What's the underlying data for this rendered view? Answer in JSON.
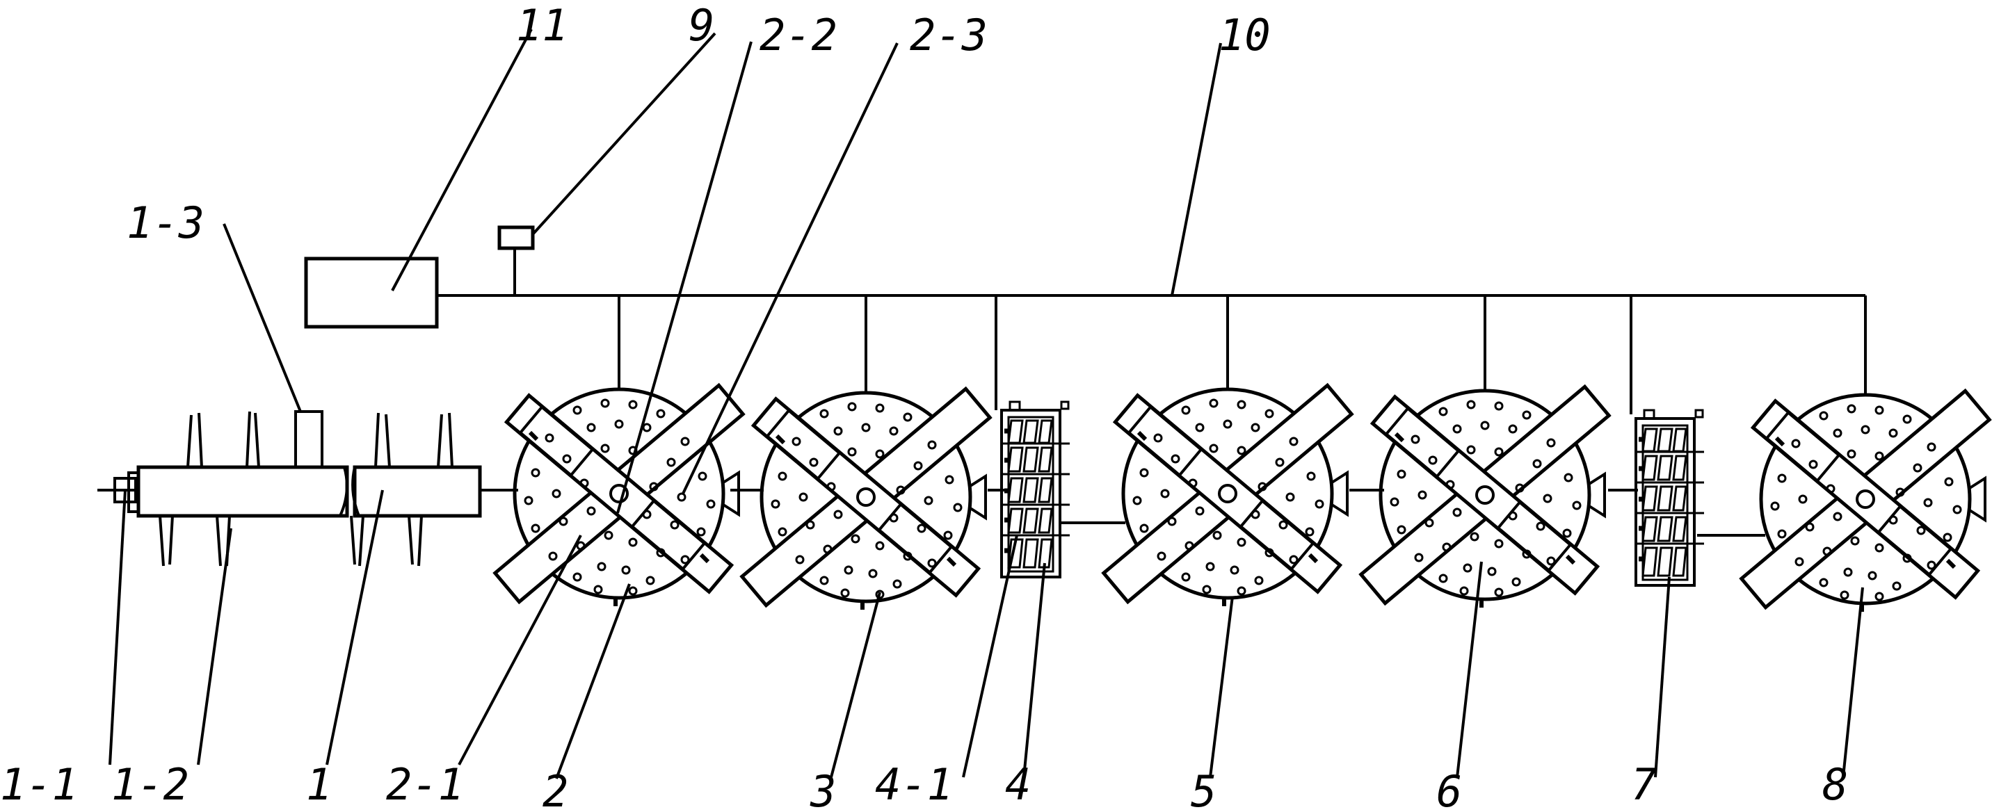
{
  "colors": {
    "ink": "#000000",
    "paper": "#ffffff"
  },
  "labels": {
    "l11": "11",
    "l9": "9",
    "l2_2": "2-2",
    "l2_3": "2-3",
    "l10": "10",
    "l1_3": "1-3",
    "l1_1": "1-1",
    "l1_2": "1-2",
    "l1": "1",
    "l2_1": "2-1",
    "l2": "2",
    "l3": "3",
    "l4_1": "4-1",
    "l4": "4",
    "l5": "5",
    "l6": "6",
    "l7": "7",
    "l8": "8"
  }
}
